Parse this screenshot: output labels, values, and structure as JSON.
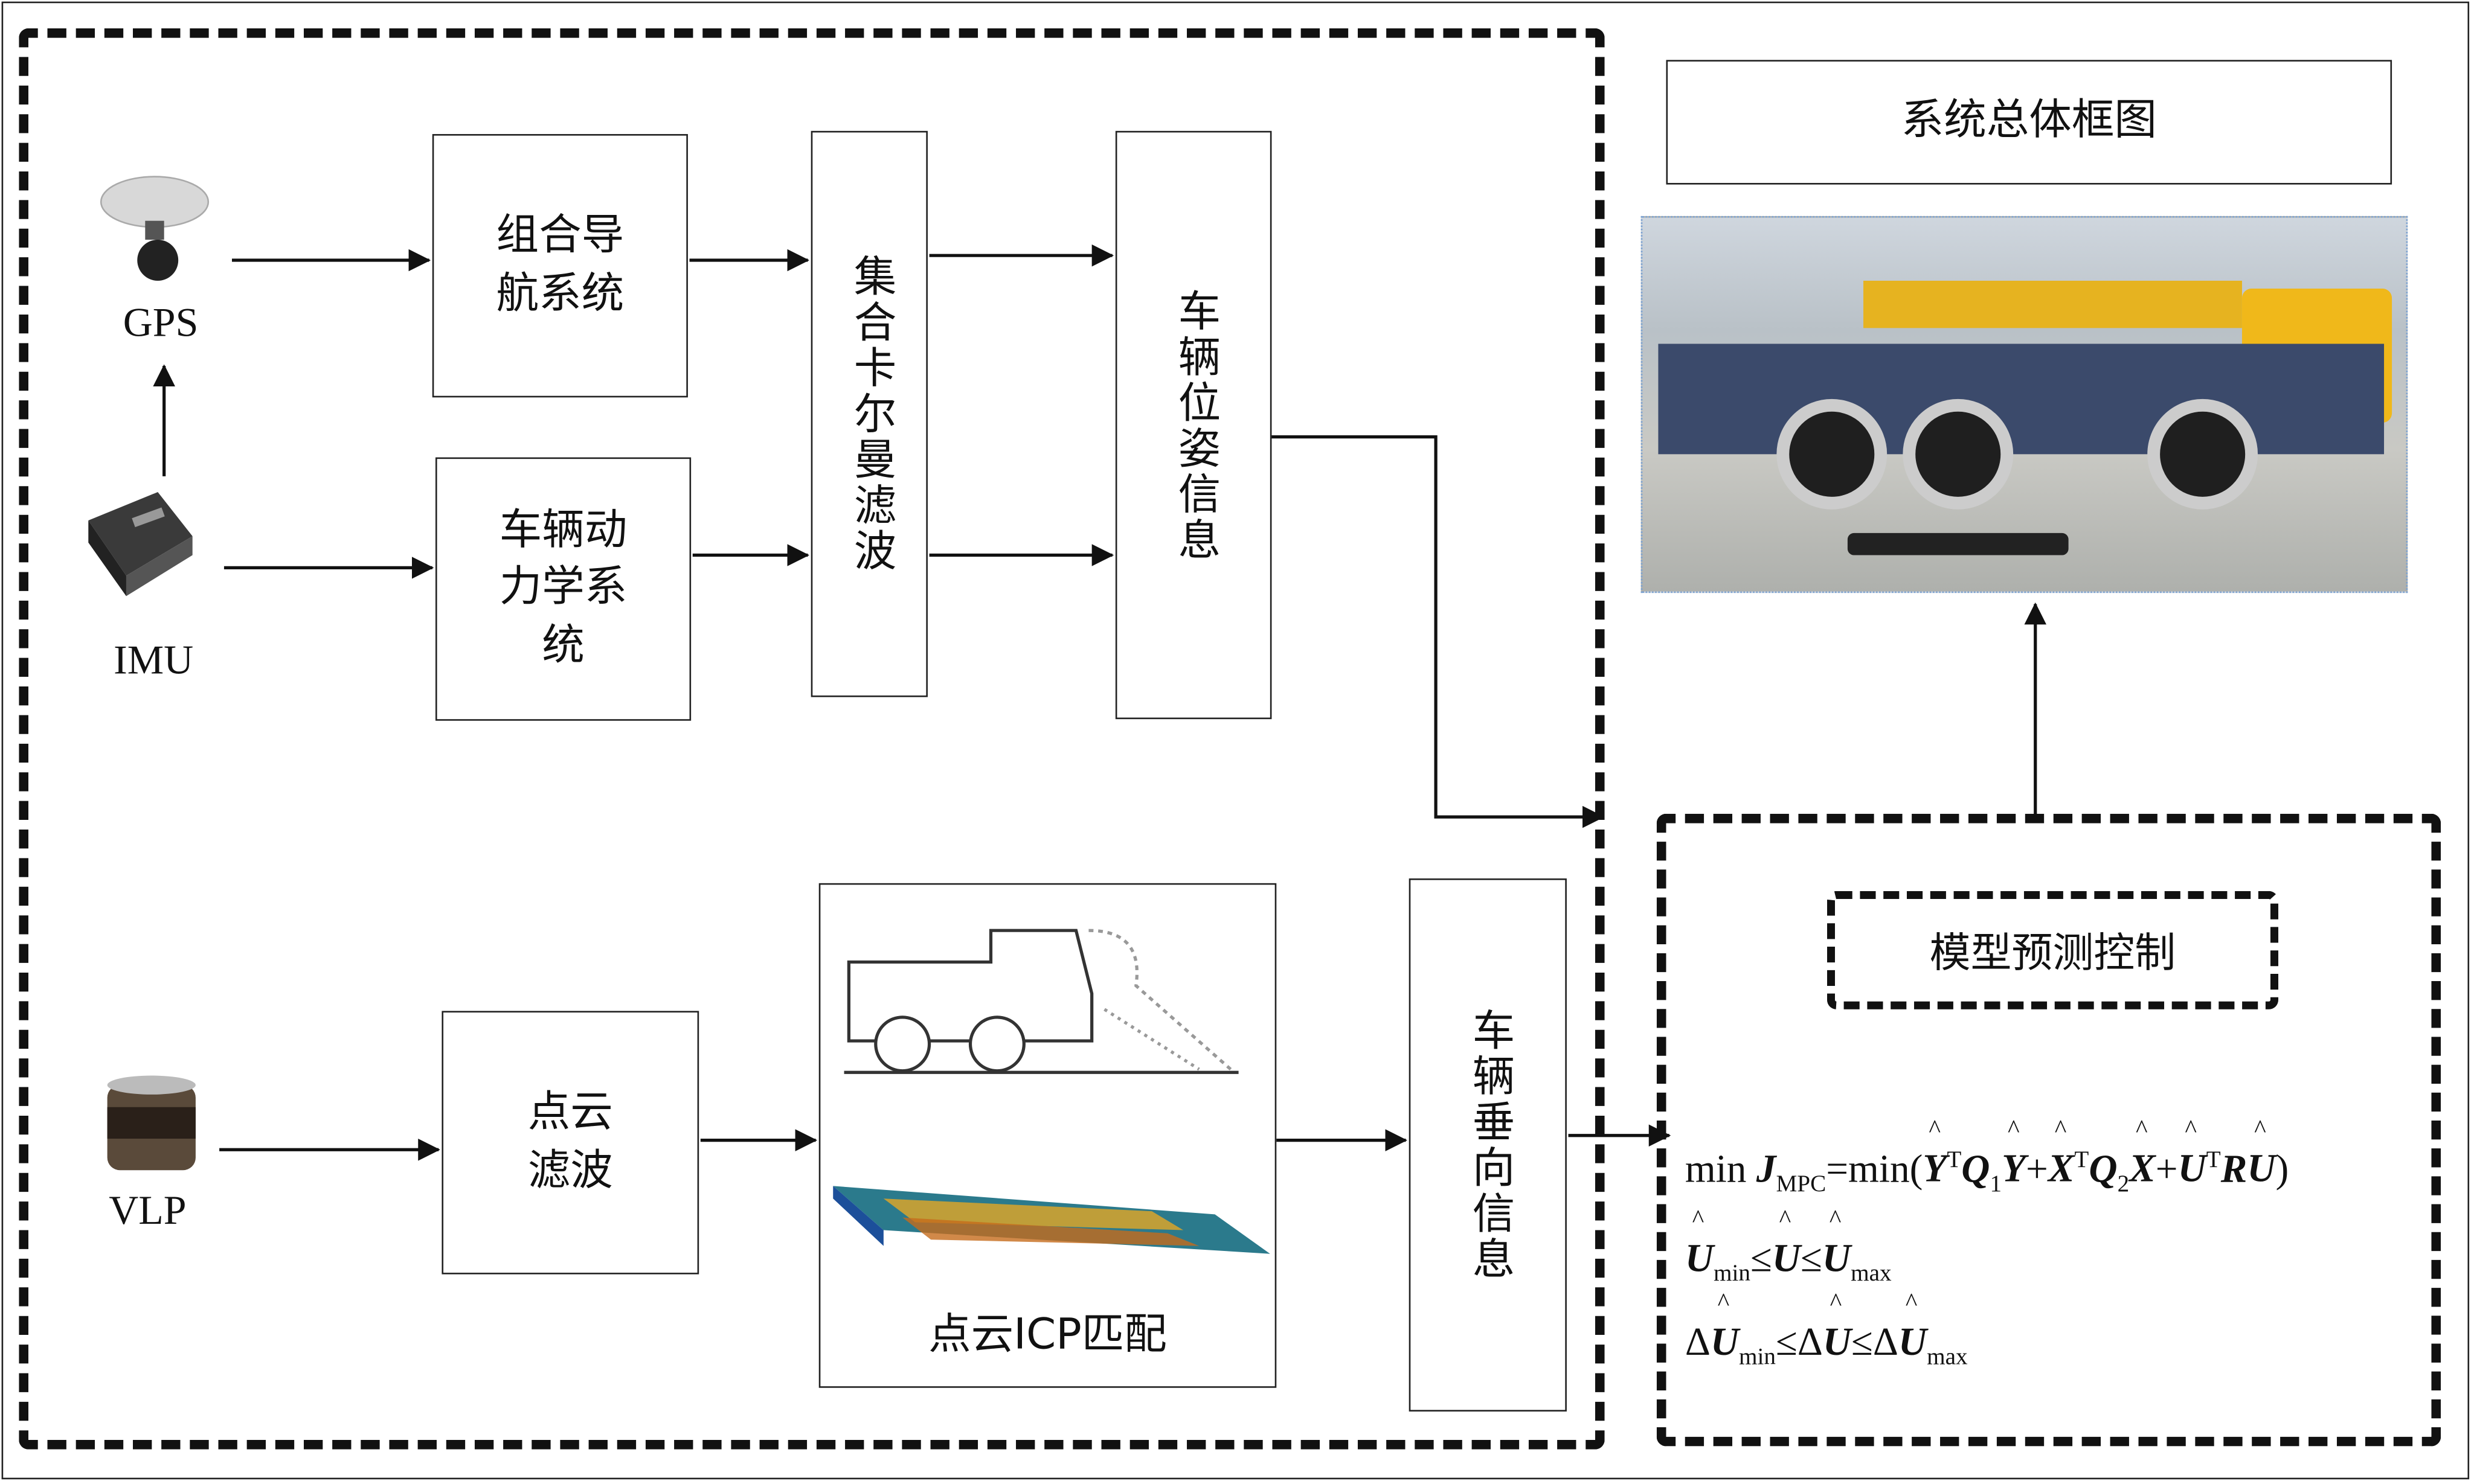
{
  "title": "系统总体框图",
  "sensors": {
    "gps": "GPS",
    "imu": "IMU",
    "vlp": "VLP"
  },
  "blocks": {
    "integrated_navigation": "组合导航系统",
    "vehicle_dynamics": "车辆动力学系统",
    "ensemble_kalman_filter": "集合卡尔曼滤波",
    "vehicle_pose": "车辆位姿信息",
    "point_cloud_filter": "点云滤波",
    "point_cloud_icp": "点云ICP匹配",
    "vehicle_vertical": "车辆垂向信息",
    "mpc": "模型预测控制"
  },
  "formula": {
    "min": "min",
    "J": "J",
    "J_sub": "MPC",
    "eq": "=min(",
    "Y": "Y",
    "X": "X",
    "U": "U",
    "R": "R",
    "Q": "Q",
    "T": "T",
    "one": "1",
    "two": "2",
    "plus": "+",
    "close": ")",
    "le": "≤",
    "delta": "Δ",
    "sub_min": "min",
    "sub_max": "max"
  }
}
